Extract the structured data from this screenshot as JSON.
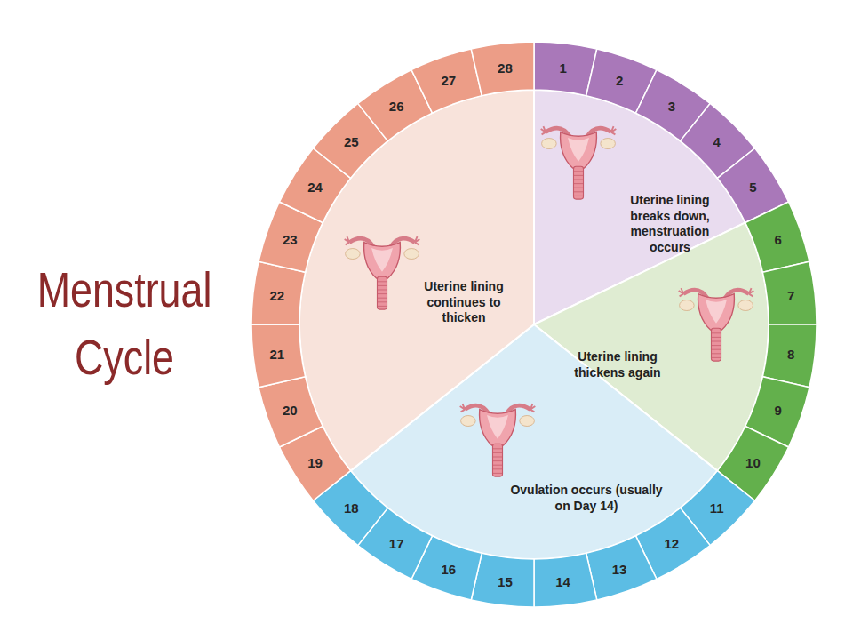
{
  "diagram": {
    "title": "Menstrual Cycle",
    "labels": [
      "1",
      "2",
      "3",
      "4",
      "5",
      "6",
      "7",
      "8",
      "9",
      "10",
      "11",
      "12",
      "13",
      "14",
      "15",
      "16",
      "17",
      "18",
      "19",
      "20",
      "21",
      "22",
      "23",
      "24",
      "25",
      "26",
      "27",
      "28",
      "Uterine lining breaks down, menstruation occurs",
      "Uterine lining thickens again",
      "Ovulation occurs (usually on Day 14)",
      "Uterine lining continues to thicken"
    ]
  }
}
